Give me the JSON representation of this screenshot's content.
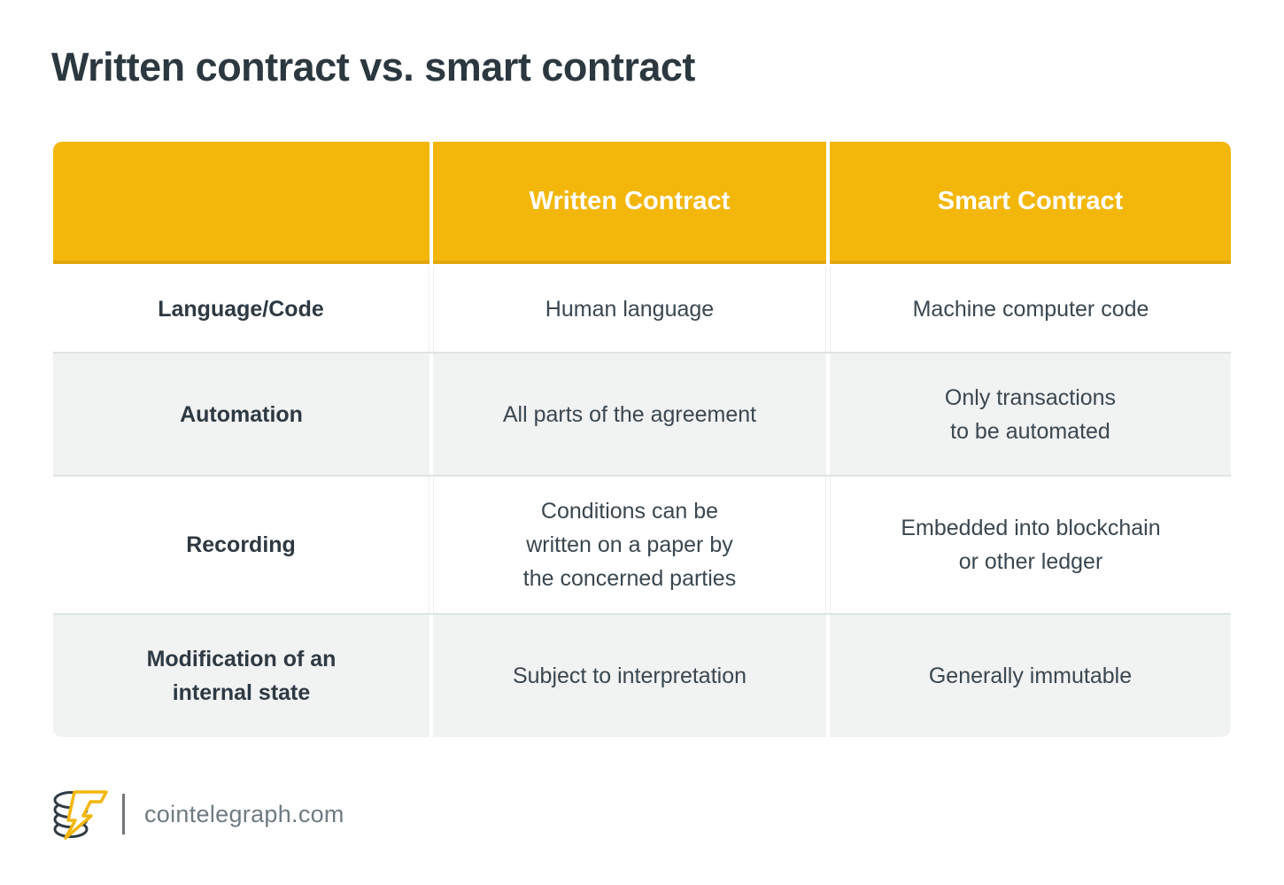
{
  "page": {
    "title": "Written contract vs. smart contract"
  },
  "colors": {
    "accent_yellow": "#F3B70C",
    "header_bottom_edge": "#E2A70C",
    "title_text": "#2B3840",
    "cell_text": "#3A4750",
    "gray_row": "#F1F2F2",
    "row_divider": "#DDE3E6",
    "footer_text": "#6E7B82"
  },
  "chart_data": {
    "type": "table",
    "title": "Written contract vs. smart contract",
    "columns": [
      "",
      "Written Contract",
      "Smart Contract"
    ],
    "rows": [
      [
        "Language/Code",
        "Human language",
        "Machine computer code"
      ],
      [
        "Automation",
        "All parts of the agreement",
        "Only transactions to be automated"
      ],
      [
        "Recording",
        "Conditions can be written on a paper by the concerned parties",
        "Embedded into blockchain or other ledger"
      ],
      [
        "Modification of an internal state",
        "Subject to interpretation",
        "Generally immutable"
      ]
    ]
  },
  "table": {
    "columns": [
      "",
      "Written Contract",
      "Smart Contract"
    ],
    "rows": [
      {
        "label": "Language/Code",
        "written": "Human language",
        "smart": "Machine computer code"
      },
      {
        "label": "Automation",
        "written": "All parts of the agreement",
        "smart": "Only transactions\nto be automated"
      },
      {
        "label": "Recording",
        "written": "Conditions can be\nwritten on a paper by\nthe concerned parties",
        "smart": "Embedded into blockchain\nor other ledger"
      },
      {
        "label": "Modification of an\ninternal state",
        "written": "Subject to interpretation",
        "smart": "Generally immutable"
      }
    ]
  },
  "footer": {
    "site": "cointelegraph.com",
    "logo_name": "cointelegraph coin-stack with lightning bolt"
  }
}
